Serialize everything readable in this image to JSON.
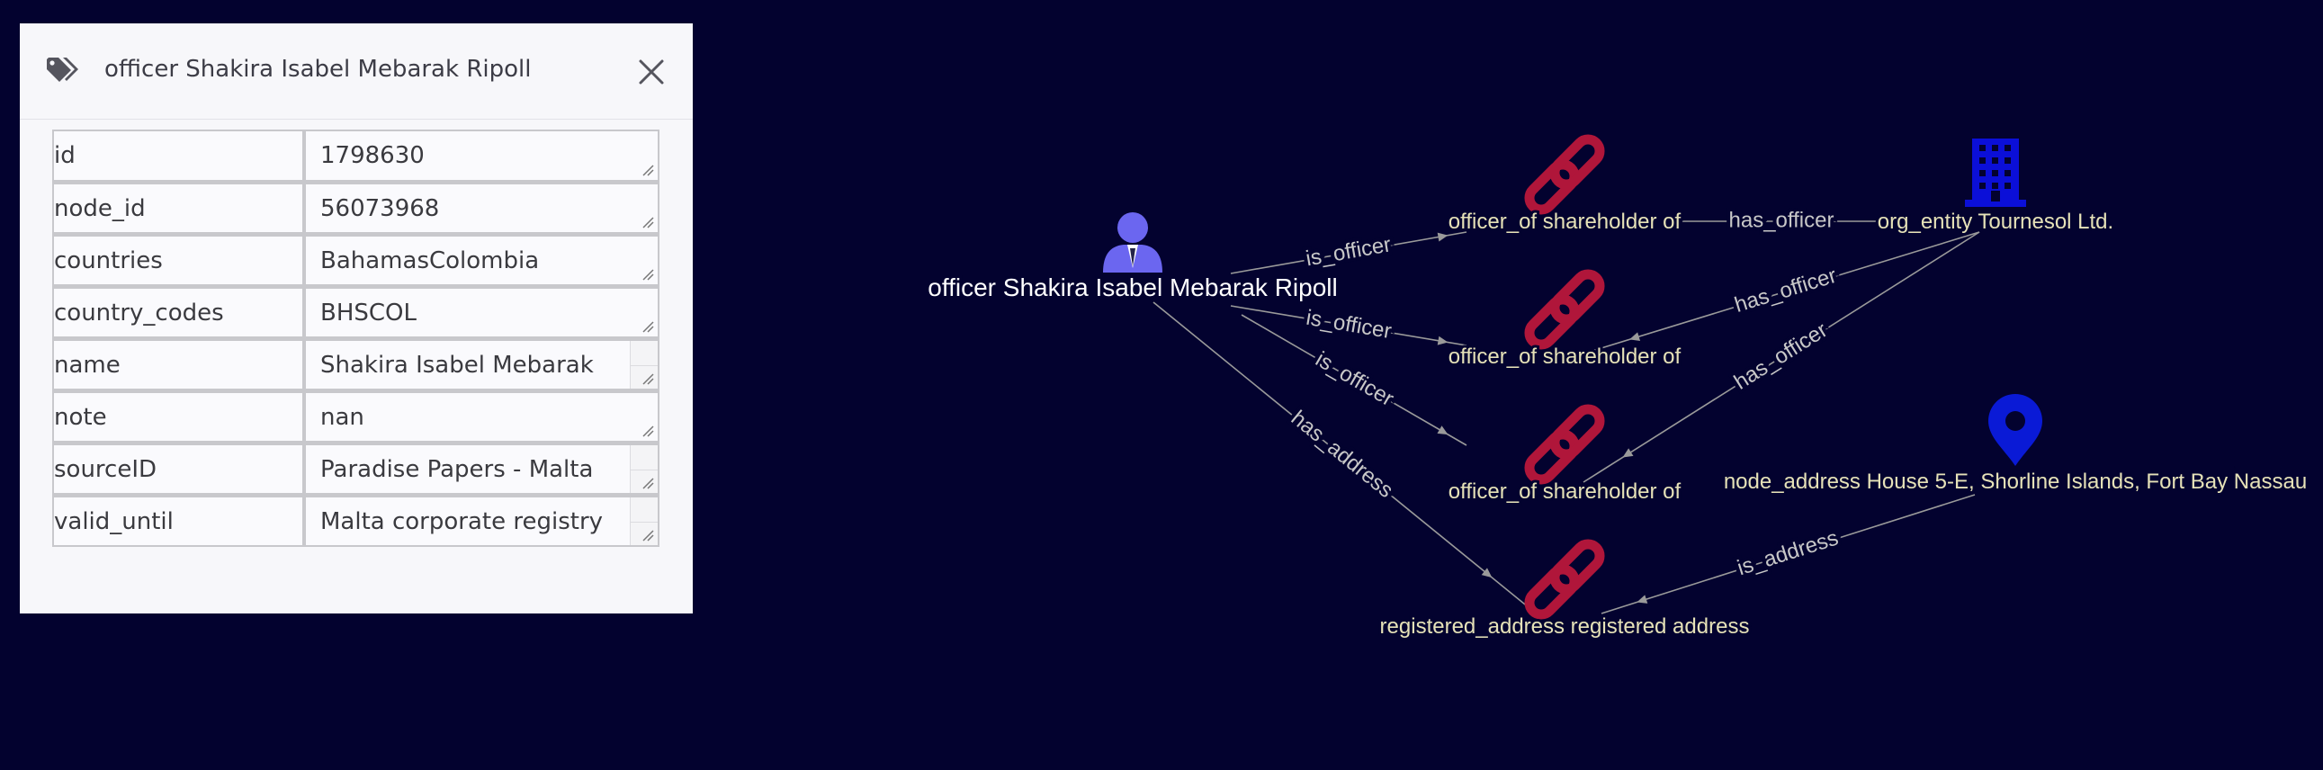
{
  "panel": {
    "icon": "tags-icon",
    "title": "officer Shakira Isabel Mebarak Ripoll",
    "close_icon": "close-icon",
    "properties": [
      {
        "key": "id",
        "value": "1798630",
        "scroll": false
      },
      {
        "key": "node_id",
        "value": "56073968",
        "scroll": false
      },
      {
        "key": "countries",
        "value": "BahamasColombia",
        "scroll": false
      },
      {
        "key": "country_codes",
        "value": "BHSCOL",
        "scroll": false
      },
      {
        "key": "name",
        "value": "Shakira Isabel Mebarak",
        "scroll": true
      },
      {
        "key": "note",
        "value": "nan",
        "scroll": false
      },
      {
        "key": "sourceID",
        "value": "Paradise Papers - Malta",
        "scroll": true
      },
      {
        "key": "valid_until",
        "value": "Malta corporate registry",
        "scroll": true
      }
    ]
  },
  "graph": {
    "colors": {
      "background": "#03022f",
      "edge": "#9a9a9a",
      "edge_label": "#c8c8c8",
      "officer": "#6b66f0",
      "link": "#b0163a",
      "entity": "#0b0fd8",
      "address": "#0a1ad6",
      "node_label_officer": "#ffffff",
      "node_label": "#e6e2b8"
    },
    "nodes": [
      {
        "id": "officer",
        "type": "officer",
        "icon": "person-icon",
        "label": "officer Shakira Isabel Mebarak Ripoll"
      },
      {
        "id": "rel1",
        "type": "link",
        "icon": "link-icon",
        "label": "officer_of shareholder of"
      },
      {
        "id": "rel2",
        "type": "link",
        "icon": "link-icon",
        "label": "officer_of shareholder of"
      },
      {
        "id": "rel3",
        "type": "link",
        "icon": "link-icon",
        "label": "officer_of shareholder of"
      },
      {
        "id": "reg",
        "type": "link",
        "icon": "link-icon",
        "label": "registered_address registered address"
      },
      {
        "id": "org",
        "type": "entity",
        "icon": "building-icon",
        "label": "org_entity Tournesol Ltd."
      },
      {
        "id": "addr",
        "type": "address",
        "icon": "map-pin-icon",
        "label": "node_address House 5-E, Shorline Islands, Fort Bay Nassau"
      }
    ],
    "edges": [
      {
        "from": "officer",
        "to": "rel1",
        "label": "is_officer",
        "arrow": true
      },
      {
        "from": "officer",
        "to": "rel2",
        "label": "is_officer",
        "arrow": true
      },
      {
        "from": "officer",
        "to": "rel3",
        "label": "is_officer",
        "arrow": true
      },
      {
        "from": "officer",
        "to": "reg",
        "label": "has_address",
        "arrow": true
      },
      {
        "from": "org",
        "to": "rel1",
        "label": "has_officer",
        "arrow": false
      },
      {
        "from": "org",
        "to": "rel2",
        "label": "has_officer",
        "arrow": true
      },
      {
        "from": "org",
        "to": "rel3",
        "label": "has_officer",
        "arrow": true
      },
      {
        "from": "addr",
        "to": "reg",
        "label": "is_address",
        "arrow": true
      }
    ]
  }
}
